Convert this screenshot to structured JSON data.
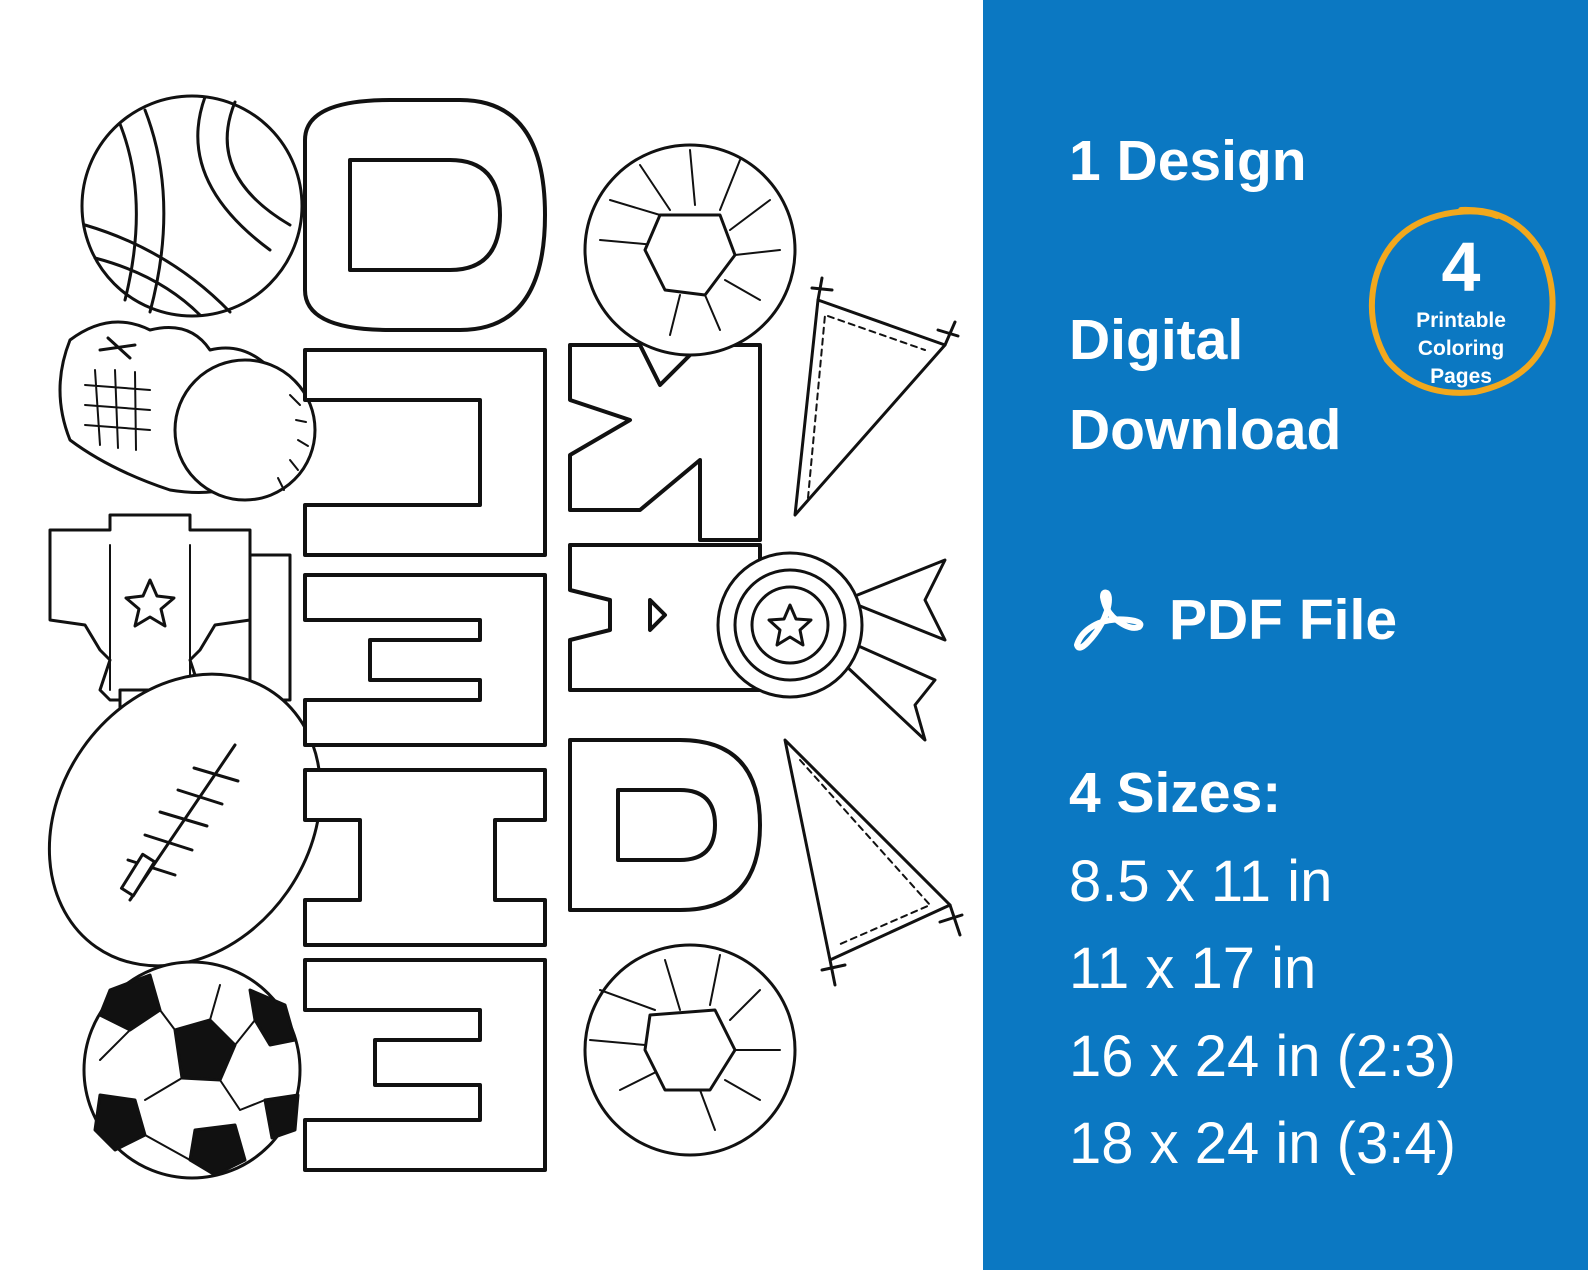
{
  "colors": {
    "panel_blue": "#0b78c2",
    "badge_ring": "#f2a81d",
    "text": "#ffffff",
    "line_art": "#111111"
  },
  "artwork": {
    "title_word_1": "FIELD",
    "title_word_2": "DAY",
    "icons": [
      "volleyball-icon",
      "baseball-glove-icon",
      "trophy-icon",
      "football-icon",
      "soccer-ball-icon",
      "pom-pom-icon",
      "pennant-icon",
      "award-ribbon-icon"
    ]
  },
  "info": {
    "design": "1 Design",
    "digital": "Digital",
    "download": "Download",
    "pdf_icon": "acrobat-icon",
    "pdf": "PDF File",
    "sizes_heading": "4 Sizes:",
    "sizes": [
      "8.5 x 11 in",
      "11 x 17 in",
      "16 x 24 in (2:3)",
      "18 x 24 in (3:4)"
    ]
  },
  "badge": {
    "number": "4",
    "line1": "Printable",
    "line2": "Coloring",
    "line3": "Pages"
  }
}
